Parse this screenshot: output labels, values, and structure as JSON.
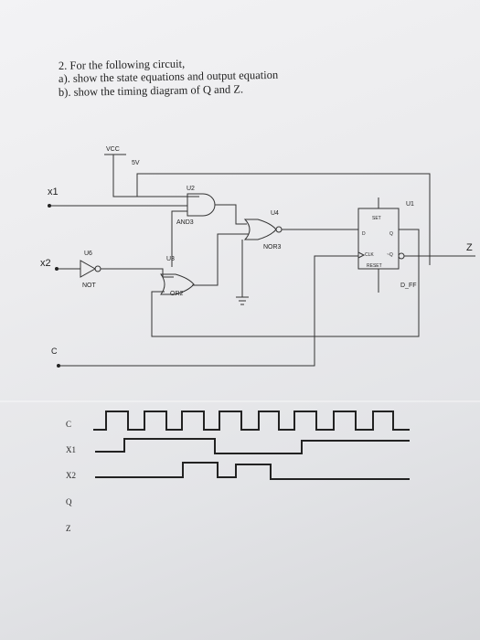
{
  "question": {
    "line1": "2. For the following circuit,",
    "line2": "a). show the state equations and output equation",
    "line3": "b). show the timing diagram of Q and Z."
  },
  "circuit": {
    "vcc_label": "VCC",
    "voltage_label": "5V",
    "input_x1": "x1",
    "input_x2": "x2",
    "input_c": "C",
    "output_z": "Z",
    "and_gate": {
      "ref": "U2",
      "type": "AND3"
    },
    "nor_gate": {
      "ref": "U4",
      "type": "NOR3"
    },
    "not_gate": {
      "ref": "U6",
      "type": "NOT"
    },
    "or_gate": {
      "ref": "U3",
      "type": "OR2"
    },
    "flip_flop": {
      "ref": "U1",
      "type": "D_FF",
      "set": "SET",
      "d": "D",
      "q": "Q",
      "clk": "CLK",
      "qbar": "~Q",
      "reset": "RESET"
    }
  },
  "timing": {
    "signals": [
      "C",
      "X1",
      "X2",
      "Q",
      "Z"
    ]
  }
}
